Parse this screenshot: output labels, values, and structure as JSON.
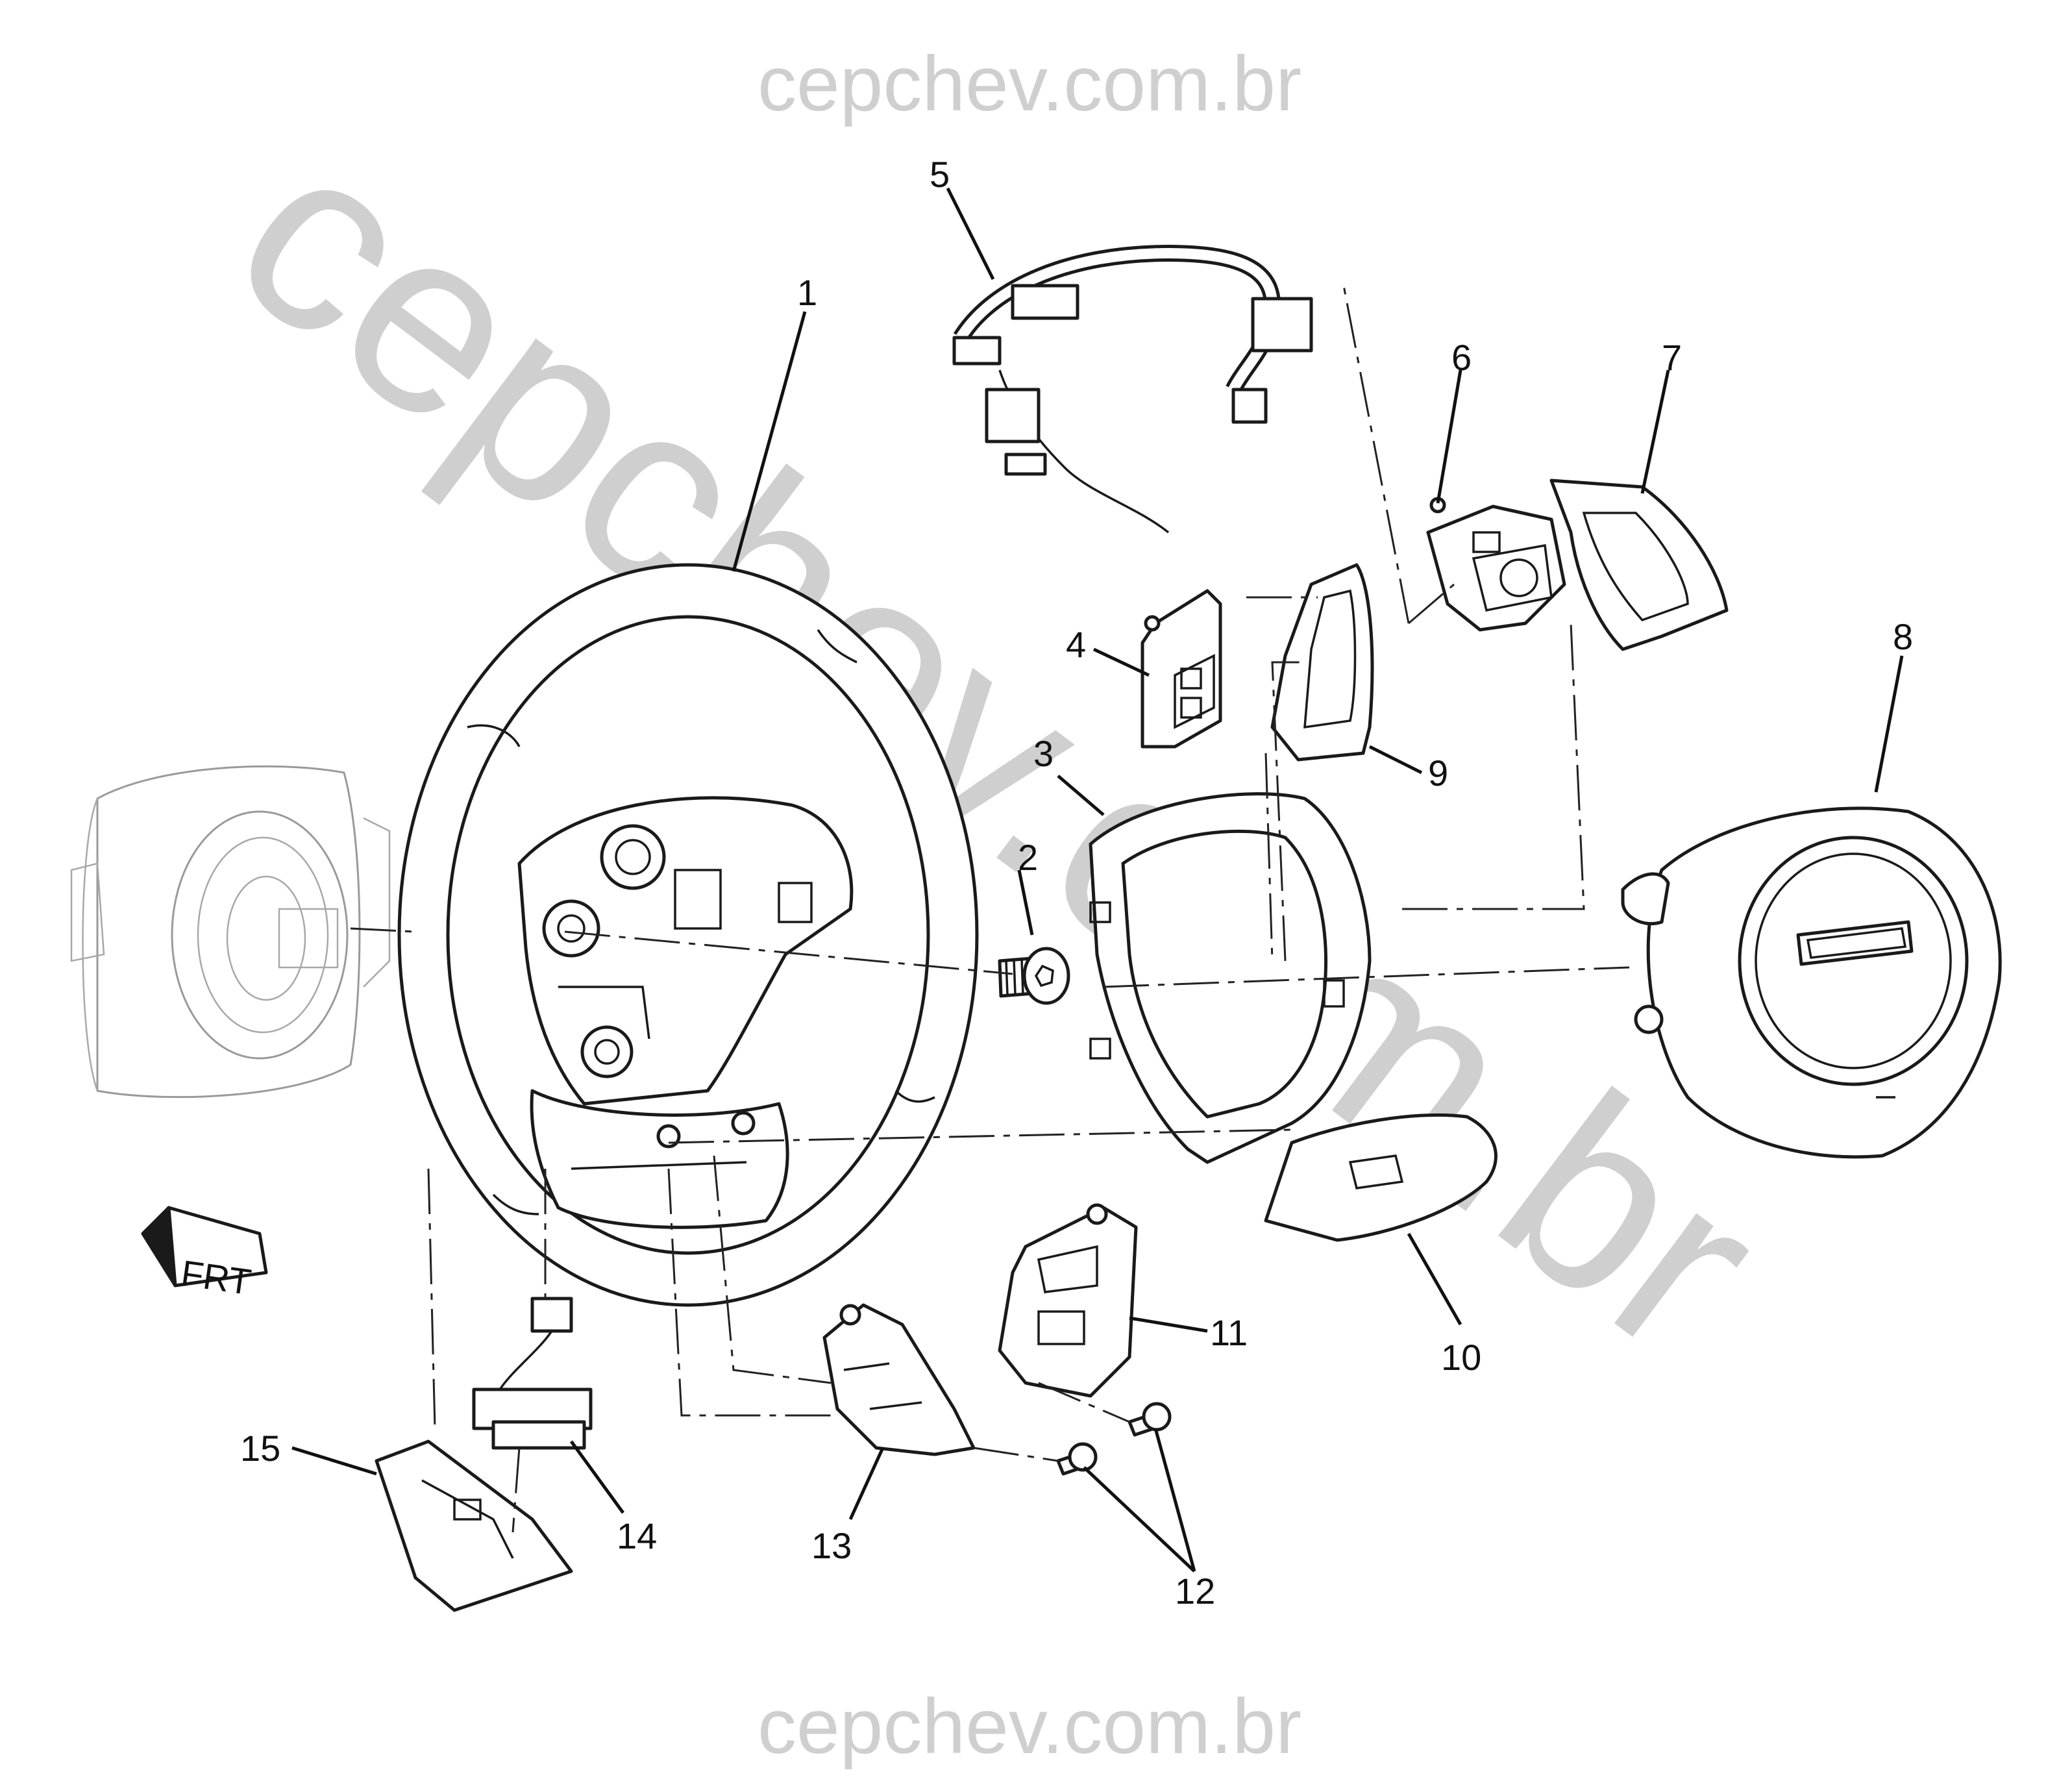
{
  "watermark": {
    "top": "cepchev.com.br",
    "bottom": "cepchev.com.br",
    "diagonal": "cepchev.com.br"
  },
  "orientation_label": "FRT",
  "callouts": [
    {
      "id": "1",
      "label": "1"
    },
    {
      "id": "2",
      "label": "2"
    },
    {
      "id": "3",
      "label": "3"
    },
    {
      "id": "4",
      "label": "4"
    },
    {
      "id": "5",
      "label": "5"
    },
    {
      "id": "6",
      "label": "6"
    },
    {
      "id": "7",
      "label": "7"
    },
    {
      "id": "8",
      "label": "8"
    },
    {
      "id": "9",
      "label": "9"
    },
    {
      "id": "10",
      "label": "10"
    },
    {
      "id": "11",
      "label": "11"
    },
    {
      "id": "12",
      "label": "12"
    },
    {
      "id": "13",
      "label": "13"
    },
    {
      "id": "14",
      "label": "14"
    },
    {
      "id": "15",
      "label": "15"
    }
  ],
  "colors": {
    "line": "#1a1a1a",
    "watermark": "#cfcfcf",
    "background": "#ffffff"
  }
}
